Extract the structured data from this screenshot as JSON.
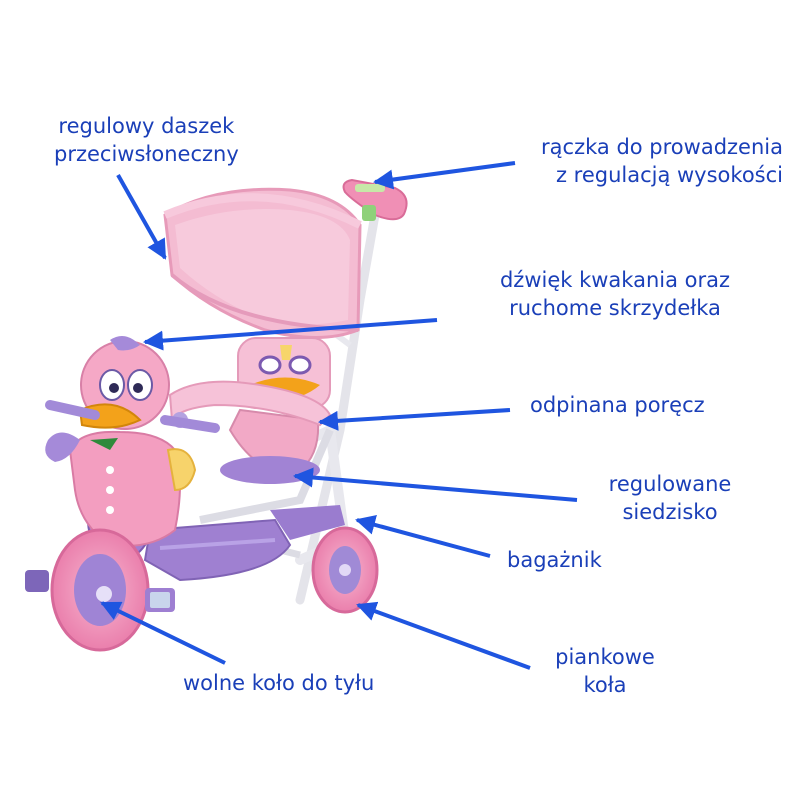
{
  "labels": {
    "canopy": [
      "regulowy daszek",
      "przeciwsłoneczny"
    ],
    "handle": [
      "rączka do prowadzenia",
      "z regulacją wysokości"
    ],
    "sound": [
      "dźwięk kwakania oraz",
      "ruchome skrzydełka"
    ],
    "armrest": "odpinana poręcz",
    "seat": [
      "regulowane",
      "siedzisko"
    ],
    "trunk": "bagażnik",
    "wheels": [
      "piankowe",
      "koła"
    ],
    "freewheel": "wolne koło do tyłu"
  },
  "colors": {
    "label_text": "#1a3fb8",
    "arrow": "#1f55e0",
    "canopy_pink": "#f4bcd2",
    "body_pink": "#f39ec0",
    "purple": "#9d7fcf",
    "frame": "#e8e8ee",
    "beak_orange": "#f3a21a"
  }
}
